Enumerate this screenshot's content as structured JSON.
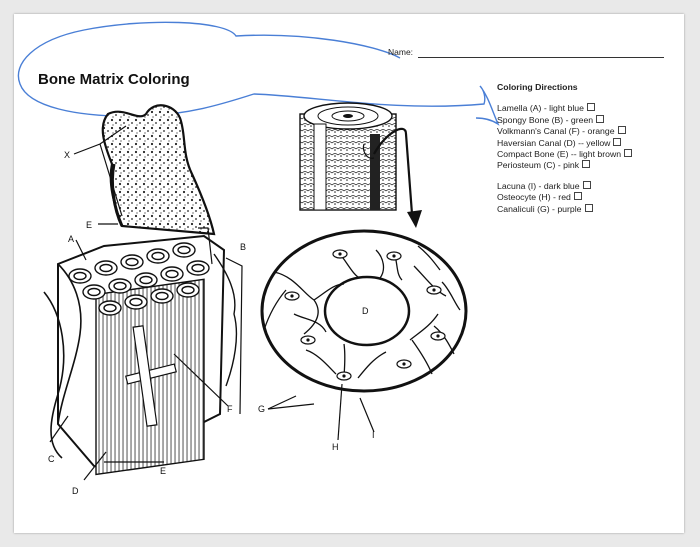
{
  "title": "Bone Matrix Coloring",
  "name_label": "Name:",
  "directions": {
    "heading": "Coloring Directions",
    "group1": [
      "Lamella (A) - light blue",
      "Spongy Bone (B) - green",
      "Volkmann's Canal (F) - orange",
      "Haversian Canal (D) -- yellow",
      "Compact Bone (E) -- light brown",
      "Periosteum (C) - pink"
    ],
    "group2": [
      "Lacuna (I) - dark blue",
      "Osteocyte (H) - red",
      "Canaliculi (G) - purple"
    ]
  },
  "labels": {
    "x": "X",
    "e_top": "E",
    "a": "A",
    "b": "B",
    "c": "C",
    "d_left": "D",
    "e_bottom": "E",
    "f": "F",
    "d_center": "D",
    "g": "G",
    "h": "H",
    "i": "I"
  },
  "colors": {
    "annotation": "#4a7fd6",
    "ink": "#111111"
  }
}
